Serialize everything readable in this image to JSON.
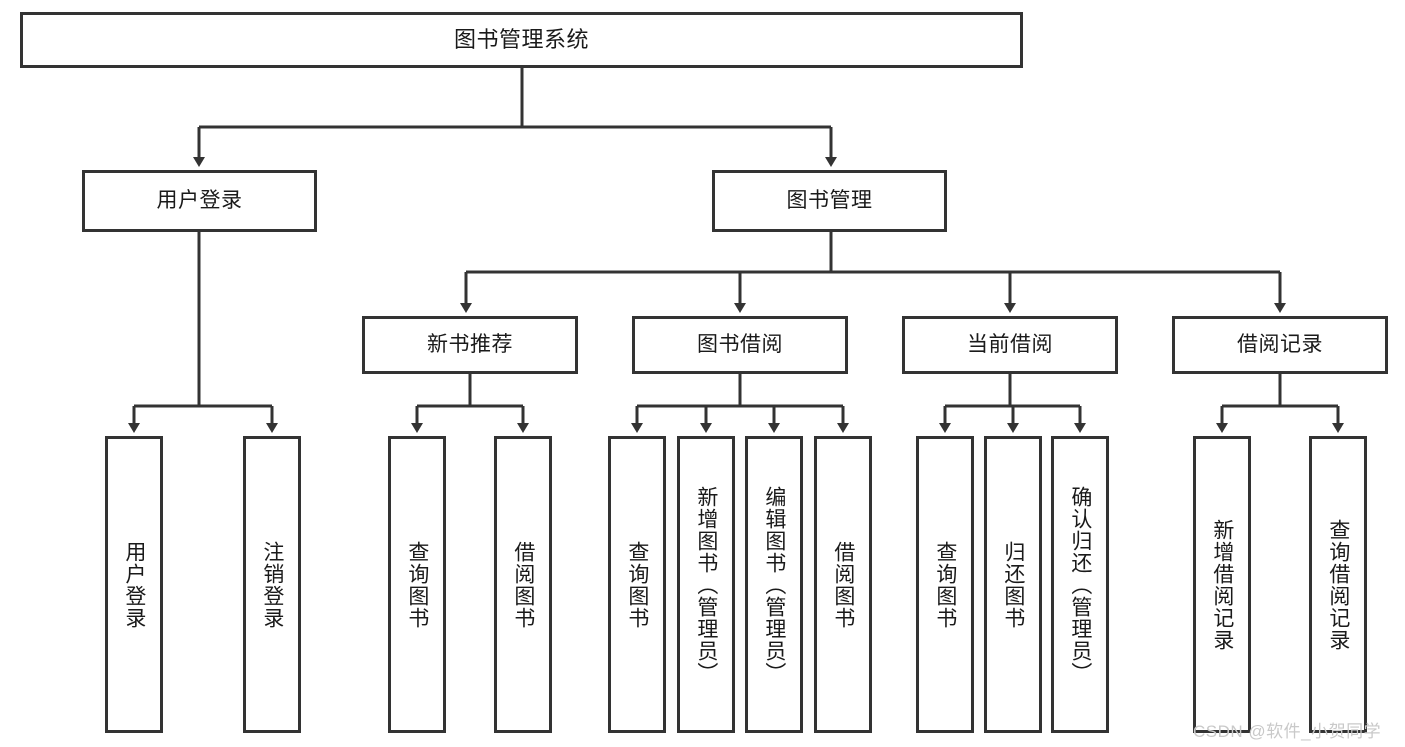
{
  "diagram": {
    "title": "图书管理系统",
    "type": "hierarchy-tree",
    "root": {
      "label": "图书管理系统"
    },
    "level2": [
      {
        "label": "用户登录"
      },
      {
        "label": "图书管理"
      }
    ],
    "level3": [
      {
        "label": "新书推荐"
      },
      {
        "label": "图书借阅"
      },
      {
        "label": "当前借阅"
      },
      {
        "label": "借阅记录"
      }
    ],
    "leaves": {
      "user_login": [
        {
          "label": "用户登录"
        },
        {
          "label": "注销登录"
        }
      ],
      "new_book_recommend": [
        {
          "label": "查询图书"
        },
        {
          "label": "借阅图书"
        }
      ],
      "book_borrow": [
        {
          "label": "查询图书"
        },
        {
          "label": "新增图书（管理员）"
        },
        {
          "label": "编辑图书（管理员）"
        },
        {
          "label": "借阅图书"
        }
      ],
      "current_borrow": [
        {
          "label": "查询图书"
        },
        {
          "label": "归还图书"
        },
        {
          "label": "确认归还（管理员）"
        }
      ],
      "borrow_record": [
        {
          "label": "新增借阅记录"
        },
        {
          "label": "查询借阅记录"
        }
      ]
    }
  },
  "watermark": {
    "text": "CSDN @软件_小贺同学"
  },
  "colors": {
    "box_border": "#333333",
    "box_fill": "#ffffff",
    "connector": "#333333",
    "text": "#1a1a1a",
    "watermark": "#c9c9c9"
  }
}
